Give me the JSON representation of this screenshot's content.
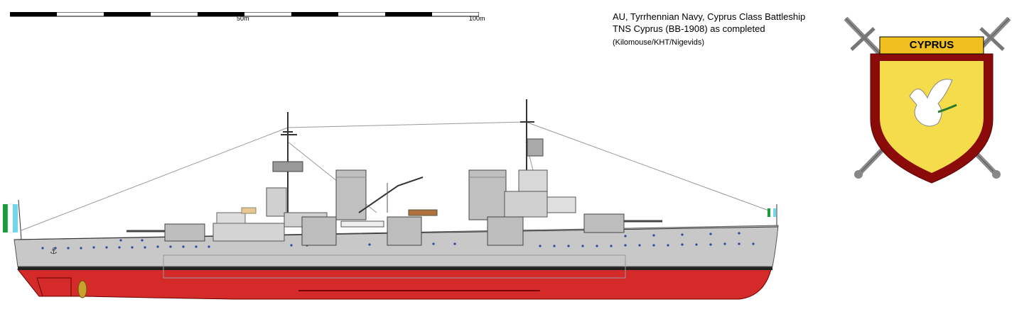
{
  "scale_bar": {
    "label_mid": "50m",
    "label_end": "100m"
  },
  "caption": {
    "line1": "AU, Tyrrhennian Navy, Cyprus Class Battleship",
    "line2": "TNS Cyprus (BB-1908) as completed",
    "credit": "(Kilomouse/KHT/Nigevids)"
  },
  "crest": {
    "banner_text": "CYPRUS",
    "colors": {
      "border": "#8b0a0a",
      "field": "#f5dc4a",
      "banner": "#f0c020",
      "steel": "#8a8a8a"
    }
  },
  "ship": {
    "colors": {
      "hull_upper": "#c8c8c8",
      "hull_lower": "#d42a2a",
      "boot_top": "#222222",
      "deck": "#b0b0b0",
      "wood": "#b07040"
    }
  },
  "flags": {
    "colors": {
      "green": "#1a9a3a",
      "white": "#ffffff",
      "cyan": "#70d8e8"
    }
  }
}
